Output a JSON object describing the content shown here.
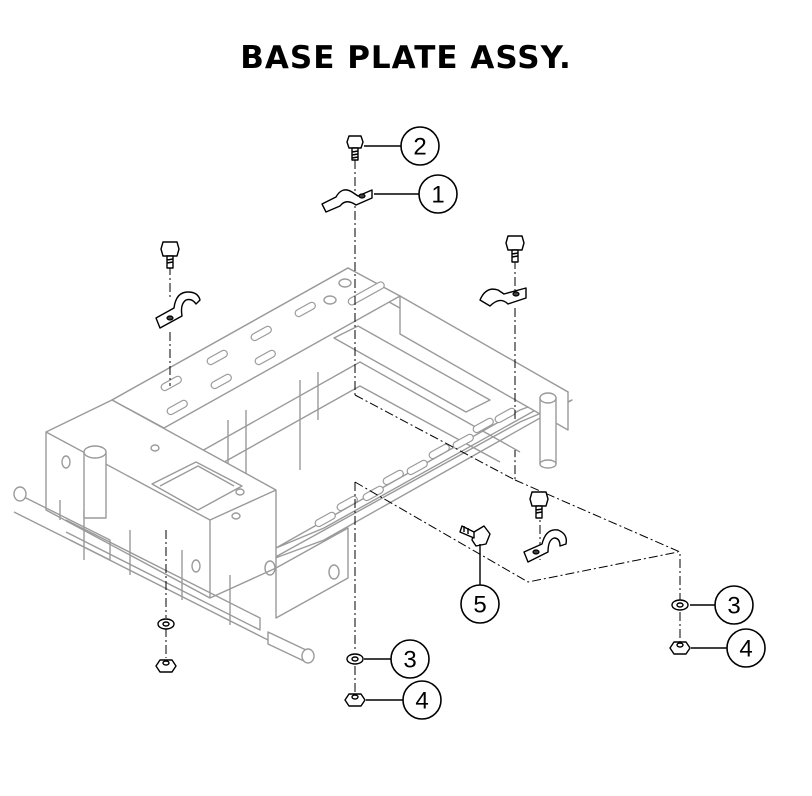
{
  "title": "BASE PLATE ASSY.",
  "callouts": [
    {
      "id": "c1",
      "label": "1"
    },
    {
      "id": "c2",
      "label": "2"
    },
    {
      "id": "c3a",
      "label": "3"
    },
    {
      "id": "c3b",
      "label": "3"
    },
    {
      "id": "c4a",
      "label": "4"
    },
    {
      "id": "c4b",
      "label": "4"
    },
    {
      "id": "c5",
      "label": "5"
    }
  ]
}
